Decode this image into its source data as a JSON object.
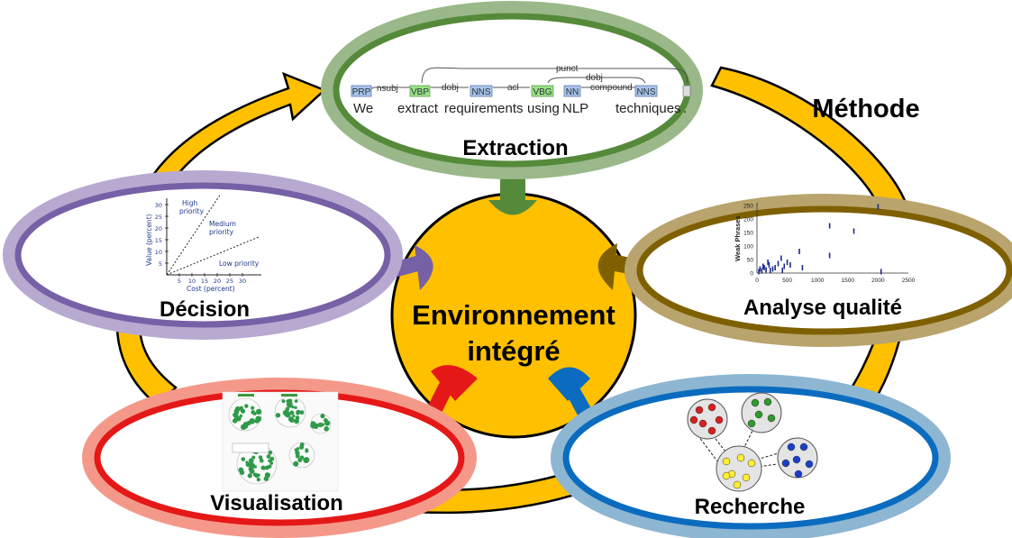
{
  "hub": {
    "line1": "Environnement",
    "line2": "intégré"
  },
  "methode_label": "Méthode",
  "nodes": {
    "extraction": {
      "label": "Extraction",
      "color": "#558a3a",
      "ring": "#9ab889"
    },
    "analyse": {
      "label": "Analyse qualité",
      "color": "#7f6000",
      "ring": "#b8a46c"
    },
    "recherche": {
      "label": "Recherche",
      "color": "#0b6cbf",
      "ring": "#8db6d2"
    },
    "visualisation": {
      "label": "Visualisation",
      "color": "#e51818",
      "ring": "#f4998a"
    },
    "decision": {
      "label": "Décision",
      "color": "#7660a6",
      "ring": "#b7a9cf"
    }
  },
  "colors": {
    "hub": "#ffc000",
    "arrow": "#ffc000",
    "arrow_outline": "#000000"
  },
  "parse": {
    "tokens": [
      {
        "word": "We",
        "tag": "PRP",
        "verb": false
      },
      {
        "word": "extract",
        "tag": "VBP",
        "verb": true
      },
      {
        "word": "requirements",
        "tag": "NNS",
        "verb": false
      },
      {
        "word": "using",
        "tag": "VBG",
        "verb": true
      },
      {
        "word": "NLP",
        "tag": "NN",
        "verb": false
      },
      {
        "word": "techniques",
        "tag": "NNS",
        "verb": false
      },
      {
        "word": ".",
        "tag": "",
        "verb": false
      }
    ],
    "arcs": [
      "nsubj",
      "dobj",
      "acl",
      "dobj",
      "compound",
      "punct"
    ]
  },
  "analyse_chart": {
    "ylabel": "Weak Phrases",
    "yticks": [
      "0",
      "50",
      "100",
      "150",
      "200",
      "250"
    ],
    "xticks": [
      "0",
      "500",
      "1000",
      "1500",
      "2000",
      "2500"
    ]
  },
  "decision_chart": {
    "ylabel": "Value (percent)",
    "xlabel": "Cost (percent)",
    "yticks": [
      "5",
      "10",
      "15",
      "20",
      "25",
      "30"
    ],
    "xticks": [
      "5",
      "10",
      "15",
      "20",
      "25",
      "30"
    ],
    "regions": [
      "High priority",
      "Medium priority",
      "Low priority"
    ]
  }
}
